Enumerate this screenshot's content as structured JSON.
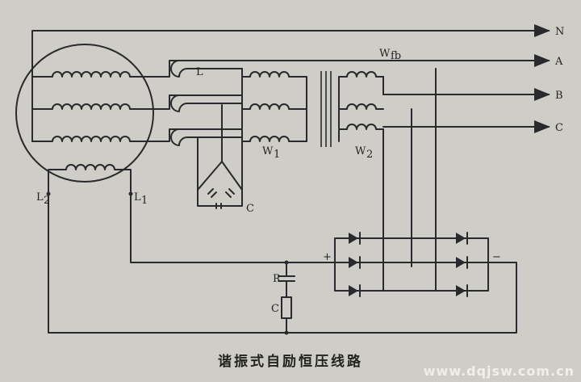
{
  "diagram": {
    "caption": "谐振式自励恒压线路",
    "watermark": "www.dqjsw.com.cn",
    "labels": {
      "n": "N",
      "a": "A",
      "b": "B",
      "c": "C",
      "w_feedback": "W",
      "w_feedback_sub": "fb",
      "reactor": "L",
      "w1": "W",
      "w1_sub": "1",
      "w2": "W",
      "w2_sub": "2",
      "cap_bank": "C",
      "l2": "L",
      "l2_sub": "2",
      "l1": "L",
      "l1_sub": "1",
      "plus": "+",
      "minus": "−",
      "r": "R",
      "c_filter": "C"
    }
  }
}
